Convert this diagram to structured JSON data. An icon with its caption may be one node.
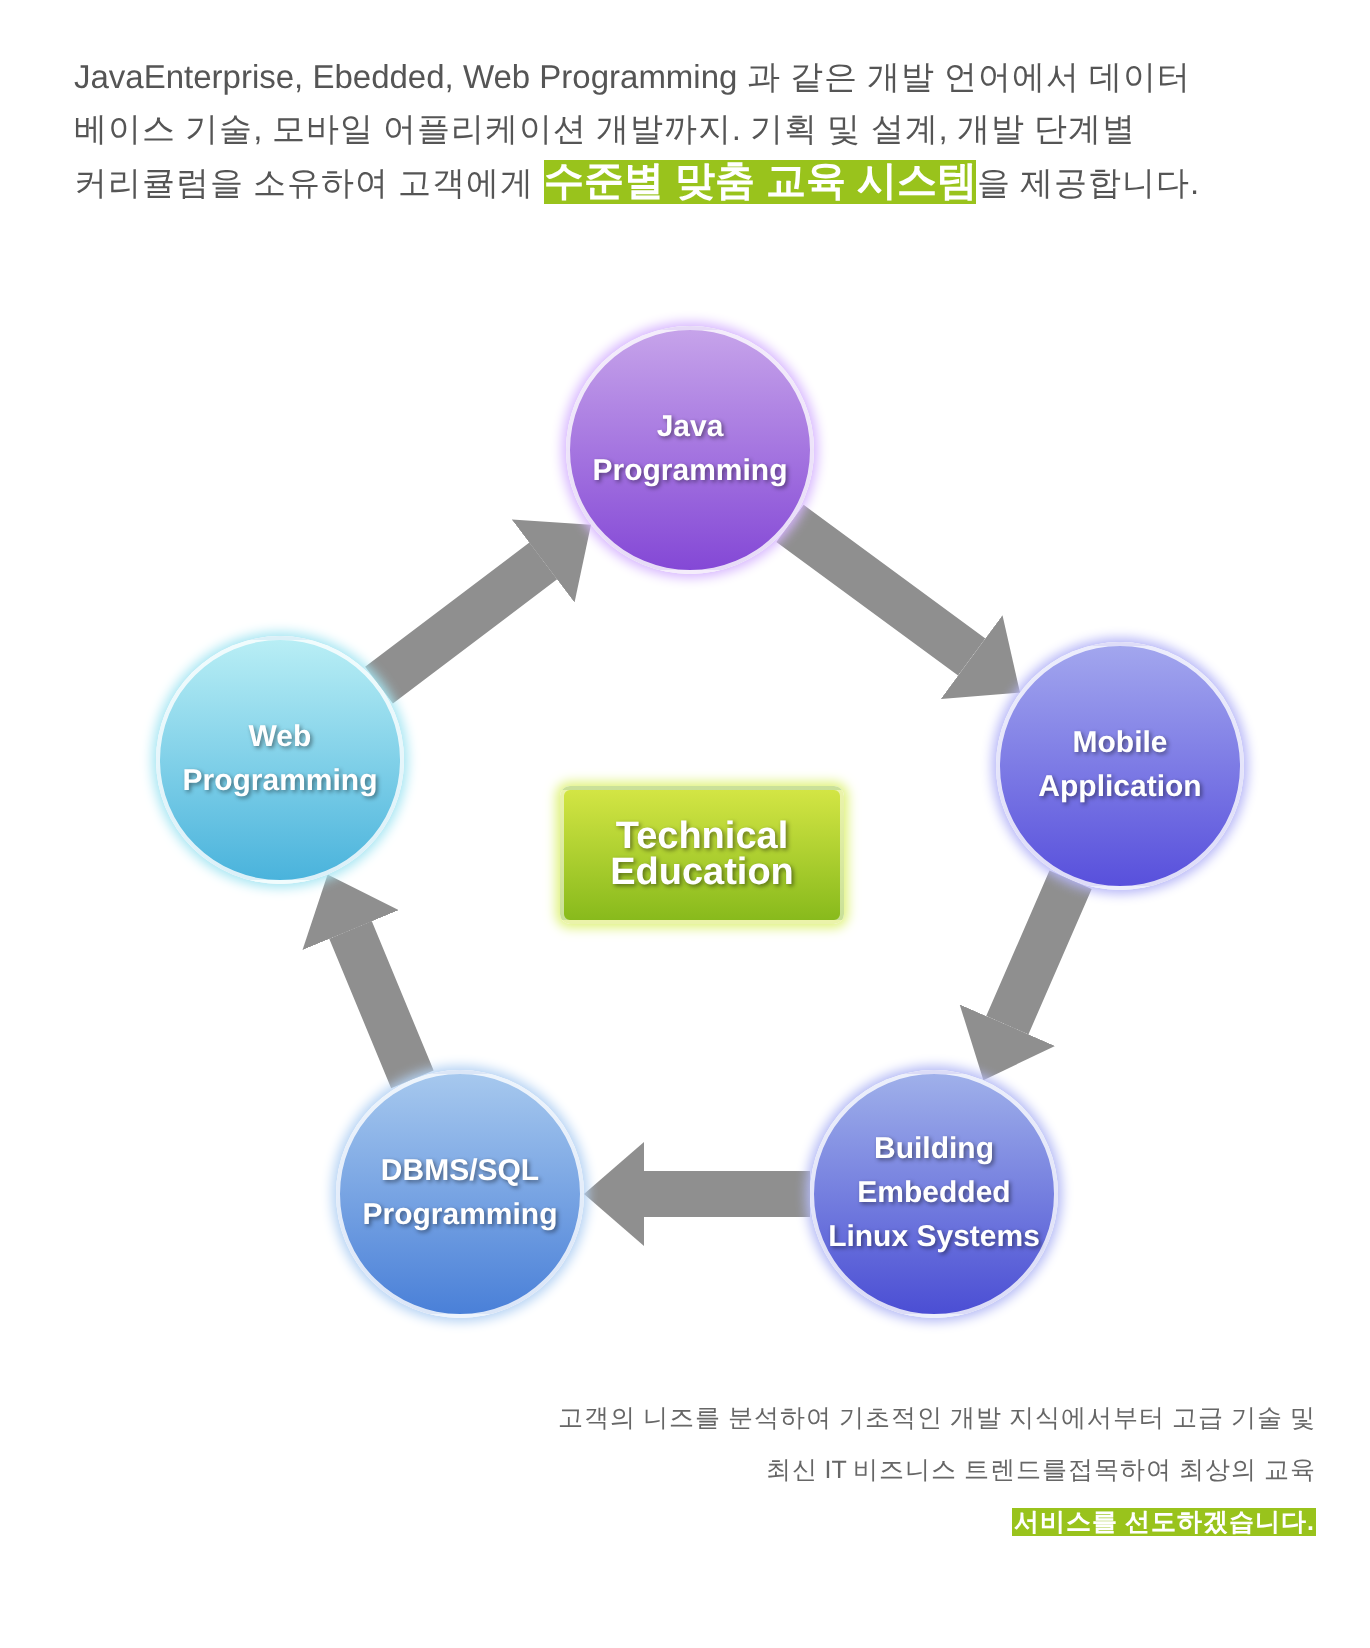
{
  "diagram": {
    "title": "JavaEnterprise, Ebedded, Web Programming 과 같은 개발 언어에서 데이터 베이스 기술, 모바일 어플리케이션 개발까지. 기획 및 설계, 개발 단계별 커리큘럼을 소유하여 고객에게 **수준별 맞춤 교육 시스템**을 제공합니다.",
    "nodes": [
      {
        "text": [
          "Java Programming"
        ]
      },
      {
        "text": [
          "Web Programming"
        ]
      },
      {
        "text": [
          "Mobile Application"
        ]
      },
      {
        "text": [
          "Technical Education"
        ]
      },
      {
        "text": [
          "DBMS/SQL Programming"
        ]
      },
      {
        "text": [
          "Building Embedded Linux Systems"
        ]
      }
    ],
    "edges": [
      {
        "from": 1,
        "to": 0,
        "arrow": "to"
      },
      {
        "from": 0,
        "to": 2,
        "arrow": "to"
      },
      {
        "from": 2,
        "to": 5,
        "arrow": "to"
      },
      {
        "from": 5,
        "to": 4,
        "arrow": "to"
      },
      {
        "from": 4,
        "to": 1,
        "arrow": "to"
      }
    ],
    "caption": "고객의 니즈를 분석하여 기초적인 개발 지식에서부터 고급 기술 및 최신 IT 비즈니스 트렌드를접목하여 최상의 교육 **서비스를 선도하겠습니다.**"
  }
}
